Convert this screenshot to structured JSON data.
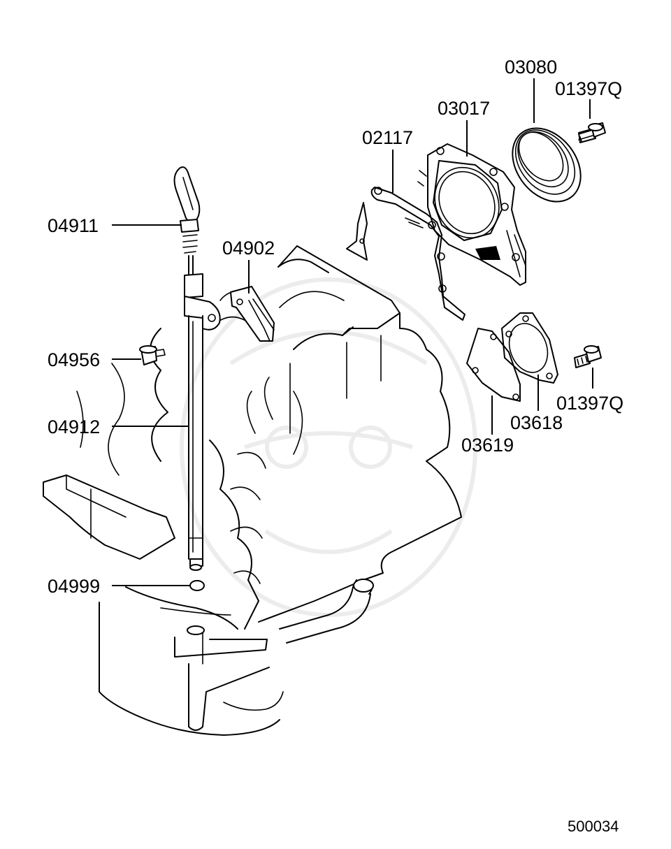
{
  "diagram": {
    "figure_id": "500034",
    "callouts": [
      {
        "key": "c03080",
        "text": "03080"
      },
      {
        "key": "c01397q_top",
        "text": "01397Q"
      },
      {
        "key": "c03017",
        "text": "03017"
      },
      {
        "key": "c02117",
        "text": "02117"
      },
      {
        "key": "c04911",
        "text": "04911"
      },
      {
        "key": "c04902",
        "text": "04902"
      },
      {
        "key": "c04956",
        "text": "04956"
      },
      {
        "key": "c01397q_bottom",
        "text": "01397Q"
      },
      {
        "key": "c03618",
        "text": "03618"
      },
      {
        "key": "c04912",
        "text": "04912"
      },
      {
        "key": "c03619",
        "text": "03619"
      },
      {
        "key": "c04999",
        "text": "04999"
      }
    ]
  }
}
